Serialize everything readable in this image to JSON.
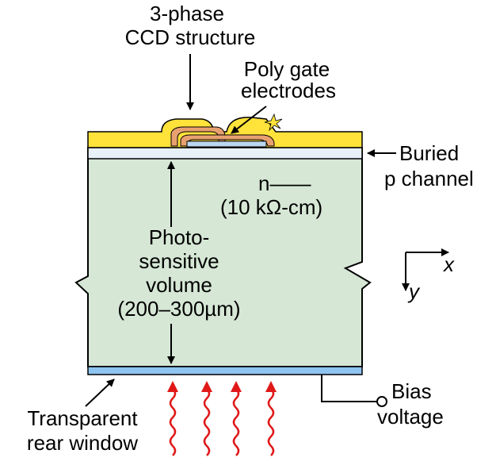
{
  "labels": {
    "ccd_line1": "3-phase",
    "ccd_line2": "CCD structure",
    "gate_line1": "Poly gate",
    "gate_line2": "electrodes",
    "buried_line1": "Buried",
    "buried_line2": "p channel",
    "ntype": "n——",
    "resistivity": "(10 kΩ-cm)",
    "photo_line1": "Photo-",
    "photo_line2": "sensitive",
    "photo_line3": "volume",
    "photo_line4": "(200–300µm)",
    "axis_x": "x",
    "axis_y": "y",
    "bias_line1": "Bias",
    "bias_line2": "voltage",
    "window_line1": "Transparent",
    "window_line2": "rear window"
  },
  "colors": {
    "volume_fill": "#d6e7d6",
    "gate_gold": "#ffe23a",
    "gate_orange": "#e8a070",
    "channel_blue": "#bcd8f0",
    "window_blue": "#8ec4f0",
    "photon_red": "#e01818",
    "outline": "#000000"
  }
}
